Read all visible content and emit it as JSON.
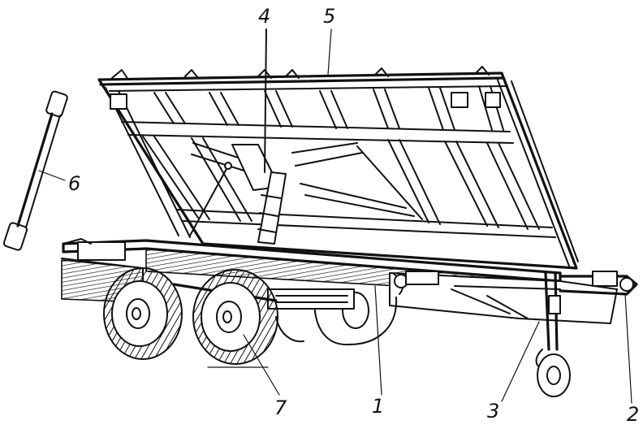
{
  "labels": {
    "l1": "1",
    "l2": "2",
    "l3": "3",
    "l4": "4",
    "l5": "5",
    "l6": "6",
    "l7": "7"
  },
  "colors": {
    "ink": "#111111",
    "paper": "#ffffff"
  }
}
